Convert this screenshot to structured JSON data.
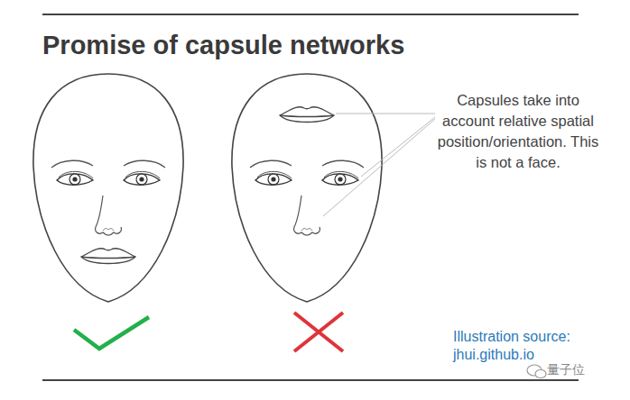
{
  "diagram": {
    "title": "Promise of capsule networks",
    "labels": [
      "Capsules take into account relative spatial position/orientation. This is not a face.",
      "Illustration source: jhui.github.io",
      "量子位"
    ]
  }
}
